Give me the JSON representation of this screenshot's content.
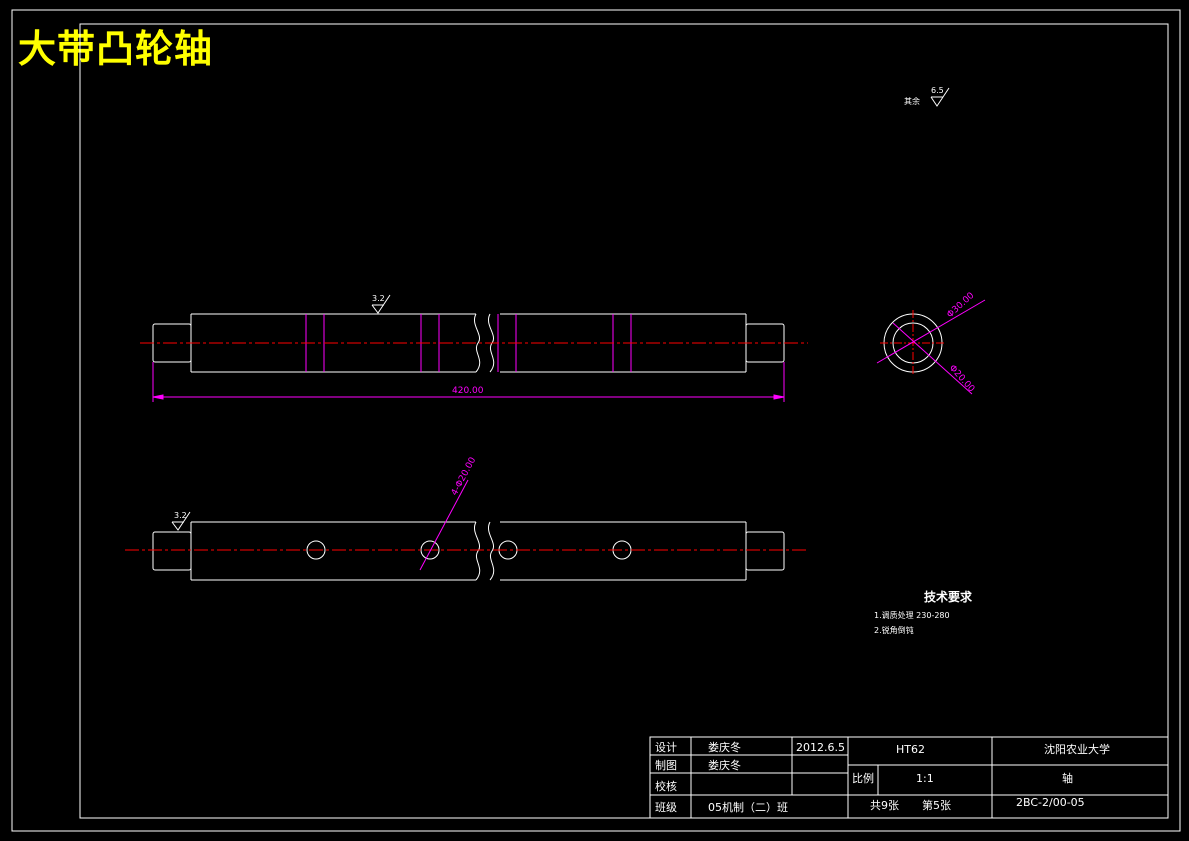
{
  "title": "大带凸轮轴",
  "surface_finish": {
    "rest_label": "其余",
    "rest_value": "6.5",
    "front_value": "3.2",
    "bottom_value": "3.2"
  },
  "dimensions": {
    "length": "420.00",
    "outer_dia": "Φ30.00",
    "inner_dia": "Φ20.00",
    "hole_dia": "4-Φ20.00"
  },
  "tech_requirements": {
    "heading": "技术要求",
    "items": [
      "1.调质处理 230-280",
      "2.锐角倒钝"
    ]
  },
  "title_block": {
    "design_label": "设计",
    "design_name": "娄庆冬",
    "design_date": "2012.6.5",
    "drawing_label": "制图",
    "drawing_name": "娄庆冬",
    "check_label": "校核",
    "class_label": "班级",
    "class_value": "05机制（二）班",
    "material": "HT62",
    "school": "沈阳农业大学",
    "scale_label": "比例",
    "scale_value": "1:1",
    "part_name": "轴",
    "sheets_total": "共9张",
    "sheet_no": "第5张",
    "drawing_no": "2BC-2/00-05"
  },
  "colors": {
    "outline": "#ffffff",
    "centerline": "#ff0000",
    "dimension": "#ff00ff",
    "title": "#ffff00"
  }
}
